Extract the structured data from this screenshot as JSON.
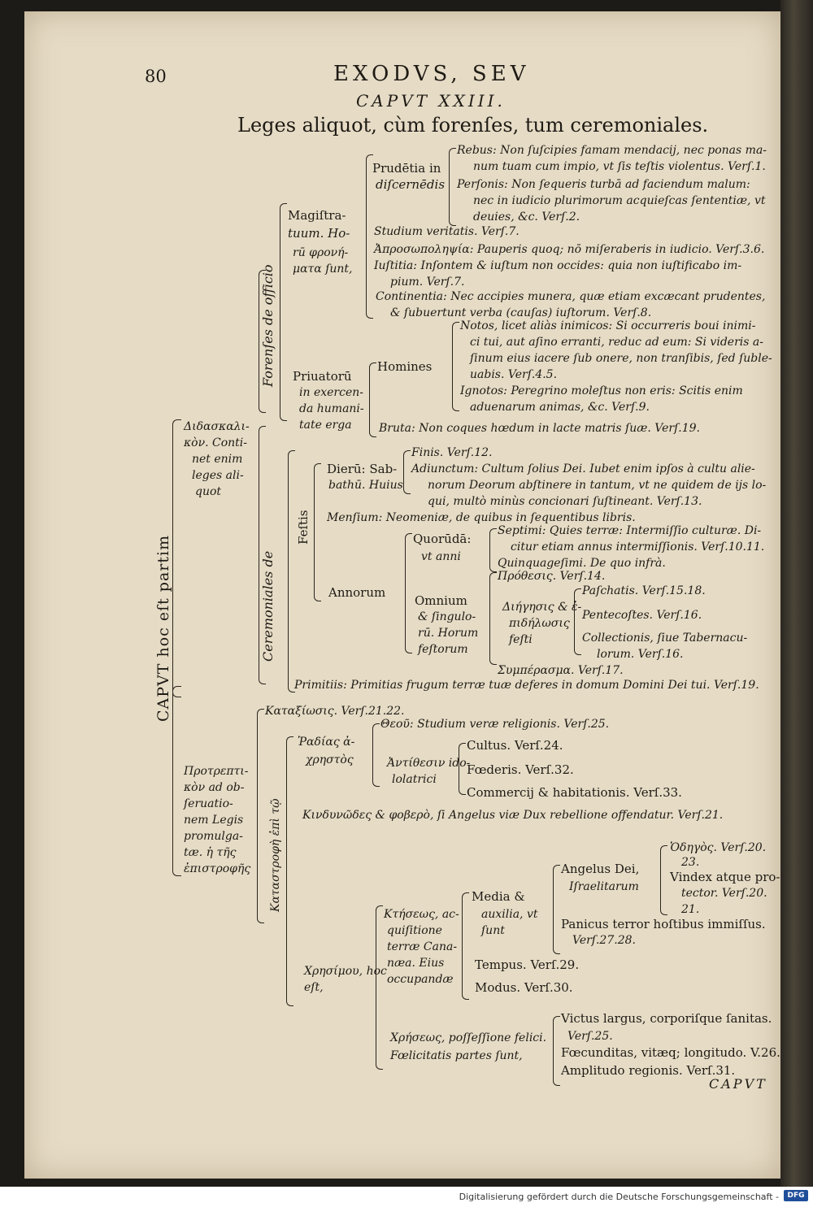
{
  "header": {
    "page_number": "80",
    "running_title": "EXODVS, SEV",
    "chapter": "CAPVT XXIII.",
    "title": "Leges aliquot, cùm forenſes, tum ceremoniales."
  },
  "left_axis": {
    "root": "CAPVT hoc eſt partim",
    "didactic": [
      "Διδασκαλι-",
      "κὸν. Conti-",
      "net enim",
      "leges ali-",
      "quot"
    ],
    "protreptic": [
      "Προτρεπτι-",
      "κὸν ad ob-",
      "ſeruatio-",
      "nem Legis",
      "promulga-",
      "tæ. ἡ τῆς",
      "ἐπιστροφῆς"
    ],
    "forensic": "Forenſes de officio",
    "ceremonial": "Ceremoniales de",
    "katastrophe": "Καταστροφὴ ἐπὶ τῷ"
  },
  "forensic": {
    "magistrates": [
      "Magiſtra-",
      "tuum. Ho-",
      "rū φρονή-",
      "ματα ſunt,"
    ],
    "prudentia": [
      "Prudētia in",
      "diſcernēdis"
    ],
    "rebus": [
      "Rebus: Non ſuſcipies famam mendacij, nec ponas ma-",
      "num tuam cum impio, vt ſis teſtis violentus. Verſ.1."
    ],
    "personis": [
      "Perſonis: Non ſequeris turbā ad faciendum malum:",
      "nec in iudicio plurimorum acquieſcas ſententiæ, vt",
      "deuies, &c. Verſ.2."
    ],
    "studium": "Studium veritatis. Verſ.7.",
    "aprosopolepsia": "Ἀπροσωποληψία: Pauperis quoq; nō miſeraberis in iudicio. Verſ.3.6.",
    "iustitia": [
      "Iuſtitia: Inſontem & iuſtum non occides: quia non iuſtificabo im-",
      "pium. Verſ.7."
    ],
    "continentia": [
      "Continentia: Nec accipies munera, quæ etiam excæcant prudentes,",
      "& ſubuertunt verba (cauſas) iuſtorum. Verſ.8."
    ],
    "private": [
      "Priuatorū",
      "in exercen-",
      "da humani-",
      "tate erga"
    ],
    "homines": "Homines",
    "notos": [
      "Notos, licet aliàs inimicos: Si occurreris boui inimi-",
      "ci tui, aut aſino erranti, reduc ad eum: Si videris a-",
      "ſinum eius iacere ſub onere, non tranſibis, ſed ſuble-",
      "uabis. Verſ.4.5."
    ],
    "ignotos": [
      "Ignotos: Peregrino moleſtus non eris: Scitis enim",
      "aduenarum animas, &c. Verſ.9."
    ],
    "bruta": "Bruta: Non coques hœdum in lacte matris ſuæ. Verſ.19."
  },
  "ceremonial": {
    "festis": "Feſtis",
    "dierum": [
      "Dierū: Sab-",
      "bathū. Huius"
    ],
    "finis": "Finis. Verſ.12.",
    "adiunctum": [
      "Adiunctum: Cultum ſolius Dei. Iubet enim ipſos à cultu alie-",
      "norum Deorum abſtinere in tantum, vt ne quidem de ijs lo-",
      "qui, multò minùs concionari ſuſtineant. Verſ.13."
    ],
    "mensium": "Menſium: Neomeniæ, de quibus in ſequentibus libris.",
    "annorum": "Annorum",
    "quorundam": [
      "Quorūdā:",
      "vt anni"
    ],
    "septimi": [
      "Septimi: Quies terræ: Intermiſſio culturæ. Di-",
      "citur etiam annus intermiſſionis. Verſ.10.11."
    ],
    "quinquagesimi": "Quinquageſimi. De quo infrà.",
    "omnium": [
      "Omnium",
      "& ſingulo-",
      "rū. Horum",
      "feſtorum"
    ],
    "prothesis": "Πρόθεσις. Verſ.14.",
    "diegesis": [
      "Διήγησις & ἐ-",
      "πιδήλωσις",
      "feſti"
    ],
    "paschatis": "Paſchatis. Verſ.15.18.",
    "pentecostes": "Pentecoſtes. Verſ.16.",
    "collectionis": [
      "Collectionis, ſiue Tabernacu-",
      "lorum. Verſ.16."
    ],
    "symperasma": "Συμπέρασμα. Verſ.17.",
    "primitiis": "Primitiis: Primitias frugum terræ tuæ deferes in domum Domini Dei tui. Verſ.19."
  },
  "protreptic": {
    "kataxiosis": "Καταξίωσις. Verſ.21.22.",
    "rhadikou": [
      "Ῥαδίας ἀ-",
      "χρηστὸς"
    ],
    "theou": "Θεοῦ: Studium veræ religionis. Verſ.25.",
    "antithesis": [
      "Ἀντίθεσιν ido-",
      "lolatrici"
    ],
    "cultus": "Cultus. Verſ.24.",
    "foederis": "Fœderis. Verſ.32.",
    "commercij": "Commercij & habitationis. Verſ.33.",
    "kindynodes": "Κινδυνῶδες & φοβερὸ, ſi Angelus viæ Dux rebellione offendatur. Verſ.21.",
    "chresimou": [
      "Χρησίμου, hoc",
      "eſt,"
    ],
    "ktiseos": [
      "Κτήσεως, ac-",
      "quiſitione",
      "terræ Cana-",
      "næa. Eius",
      "occupandæ"
    ],
    "media": [
      "Media &",
      "auxilia, vt",
      "ſunt"
    ],
    "angelus": [
      "Angelus Dei,",
      "Iſraelitarum"
    ],
    "hodegos": [
      "Ὁδηγὸς. Verſ.20.",
      "23."
    ],
    "vindex": [
      "Vindex atque pro-",
      "tector. Verſ.20.",
      "21."
    ],
    "panicus": [
      "Panicus terror hoſtibus immiſſus.",
      "Verſ.27.28."
    ],
    "tempus": "Tempus. Verſ.29.",
    "modus": "Modus. Verſ.30.",
    "chreseos": [
      "Χρήσεως, poſſeſſione felici.",
      "Fœlicitatis partes ſunt,"
    ],
    "victus": [
      "Victus largus, corporiſque ſanitas.",
      "Verſ.25."
    ],
    "foecunditas": "Fœcunditas, vitæq; longitudo. V.26.",
    "amplitudo": "Amplitudo regionis. Verſ.31."
  },
  "catchword": "CAPVT",
  "footer": {
    "text": "Digitalisierung gefördert durch die Deutsche Forschungsgemeinschaft -",
    "logo": "DFG"
  }
}
